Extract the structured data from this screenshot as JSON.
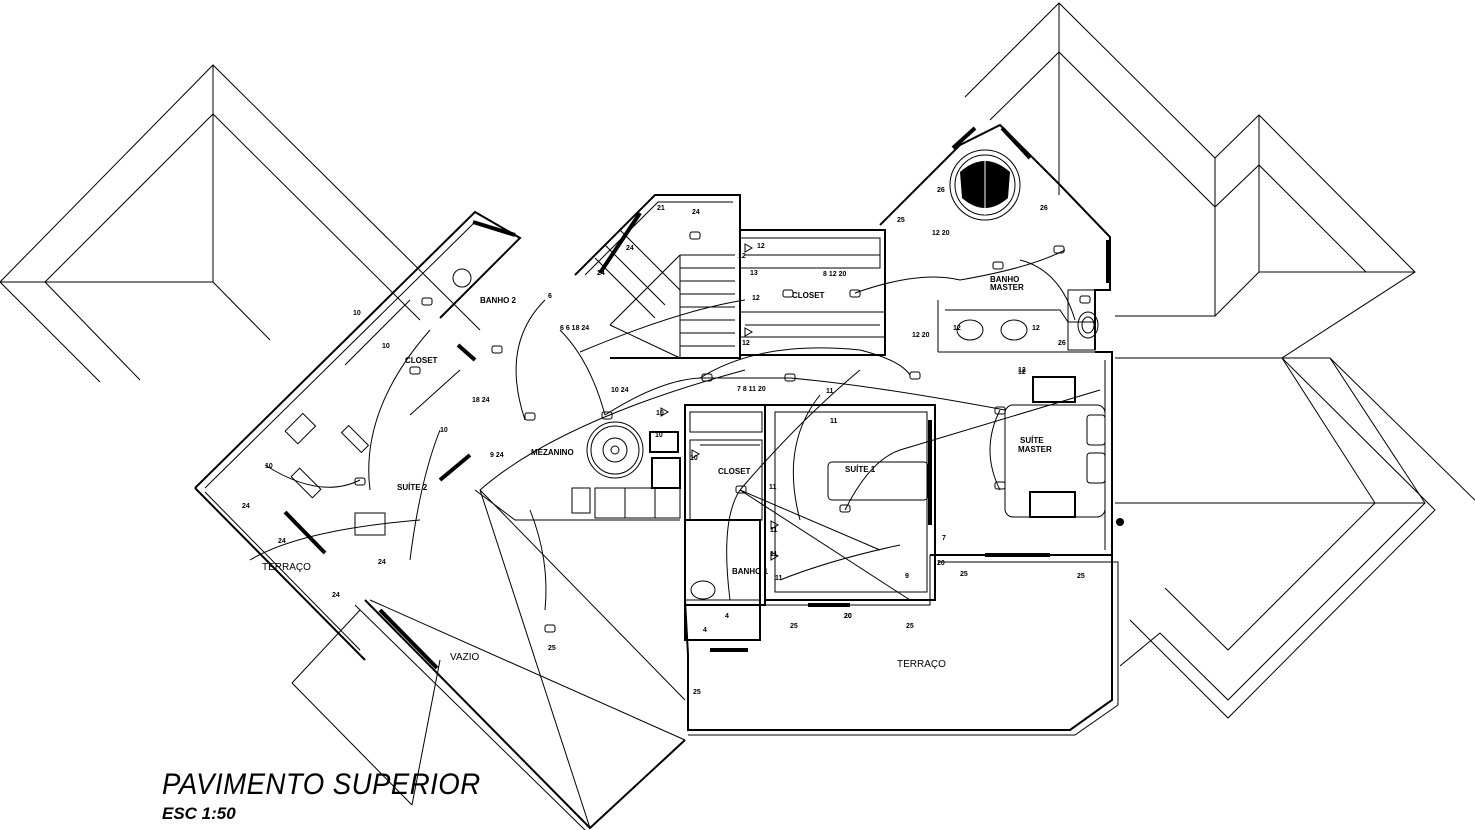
{
  "drawing": {
    "title": "PAVIMENTO SUPERIOR",
    "scale": "ESC 1:50",
    "background": "#ffffff",
    "ink": "#000000"
  },
  "rooms": {
    "banho2": "BANHO 2",
    "closet_left": "CLOSET",
    "suite2": "SUÍTE 2",
    "terraco_left": "TERRAÇO",
    "mezanino": "MEZANINO",
    "vazio": "VAZIO",
    "closet_top": "CLOSET",
    "closet_mid": "CLOSET",
    "suite1": "SUÍTE 1",
    "banho1": "BANHO 1",
    "banho_master_1": "BANHO",
    "banho_master_2": "MASTER",
    "suite_master_1": "SUÍTE",
    "suite_master_2": "MASTER",
    "terraco_right": "TERRAÇO"
  },
  "circuit_labels": [
    "10",
    "10",
    "6",
    "6 6 18 24",
    "18 24",
    "9 24",
    "10 24",
    "10",
    "10",
    "24",
    "24",
    "24",
    "24",
    "21",
    "24",
    "24",
    "24",
    "12",
    "13",
    "12",
    "8 12 20",
    "12",
    "12 20",
    "12 20",
    "12",
    "12",
    "12",
    "7 8 11 20",
    "11",
    "11",
    "11",
    "11",
    "11",
    "11",
    "10",
    "4",
    "4",
    "20",
    "25",
    "25",
    "25",
    "25",
    "25",
    "25",
    "26",
    "26",
    "26",
    "9",
    "7",
    "20",
    "25",
    "12",
    "12",
    "10",
    "10",
    "20"
  ]
}
